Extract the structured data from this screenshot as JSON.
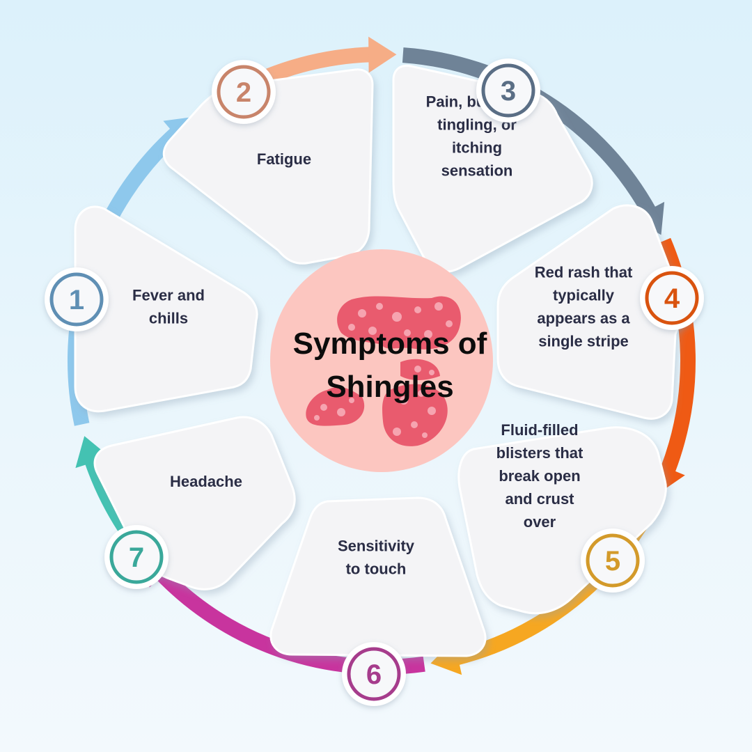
{
  "title_lines": [
    "Symptoms of",
    "Shingles"
  ],
  "steps": [
    {
      "number": "1",
      "lines": [
        "Fever and",
        "chills"
      ],
      "color": "#5f8fb4",
      "arc_color": "#8ec8ec"
    },
    {
      "number": "2",
      "lines": [
        "Fatigue"
      ],
      "color": "#c8846a",
      "arc_color": "#f6ad86"
    },
    {
      "number": "3",
      "lines": [
        "Pain, burning,",
        "tingling, or",
        "itching",
        "sensation"
      ],
      "color": "#5a6e85",
      "arc_color": "#6f8397"
    },
    {
      "number": "4",
      "lines": [
        "Red rash that",
        "typically",
        "appears as a",
        "single stripe"
      ],
      "color": "#d9530f",
      "arc_color": "#ef5a14"
    },
    {
      "number": "5",
      "lines": [
        "Fluid-filled",
        "blisters that",
        "break open",
        "and crust",
        "over"
      ],
      "color": "#d39a2a",
      "arc_color": "#f6a721"
    },
    {
      "number": "6",
      "lines": [
        "Sensitivity",
        "to touch"
      ],
      "color": "#a63c8c",
      "arc_color": "#c8349e"
    },
    {
      "number": "7",
      "lines": [
        "Headache"
      ],
      "color": "#3aa89a",
      "arc_color": "#44c2b2"
    }
  ],
  "colors": {
    "center_circle": "#fcc6c0",
    "rash": "#e8566a",
    "text": "#2a2d45",
    "card": "#f4f4f6"
  }
}
